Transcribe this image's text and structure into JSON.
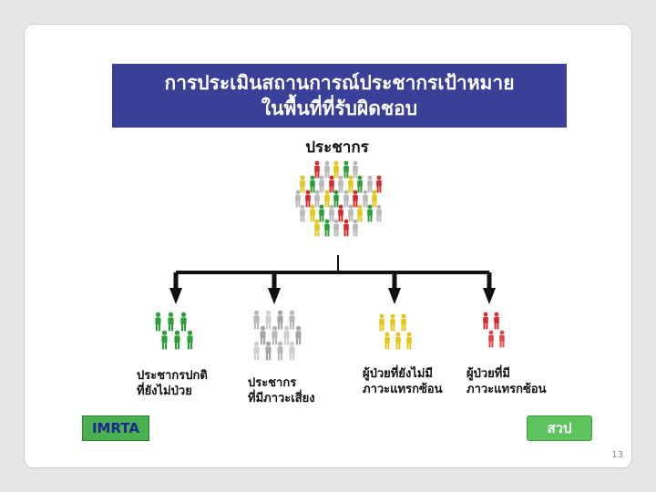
{
  "title": {
    "line1": "การประเมินสถานการณ์ประชากรเป้าหมาย",
    "line2": "ในพื้นที่ที่รับผิดชอบ"
  },
  "root": {
    "label": "ประชากร"
  },
  "groups": [
    {
      "line1": "ประชากรปกติ",
      "line2": "ที่ยังไม่ป่วย",
      "color": "#2e9e3a"
    },
    {
      "line1": "ประชากร",
      "line2": "ที่มีภาวะเสี่ยง",
      "color": "#b8b8b8"
    },
    {
      "line1": "ผู้ป่วยที่ยังไม่มี",
      "line2": "ภาวะแทรกซ้อน",
      "color": "#e3c51c"
    },
    {
      "line1": "ผู้ป่วยที่มี",
      "line2": "ภาวะแทรกซ้อน",
      "color": "#d42b2b"
    }
  ],
  "buttons": {
    "imrta": "IMRTA",
    "summary": "สวป"
  },
  "page_number": "13",
  "colors": {
    "title_bg": "#3a3f97",
    "green": "#2e9e3a",
    "gray": "#b8b8b8",
    "yellow": "#e3c51c",
    "red": "#d42b2b"
  }
}
